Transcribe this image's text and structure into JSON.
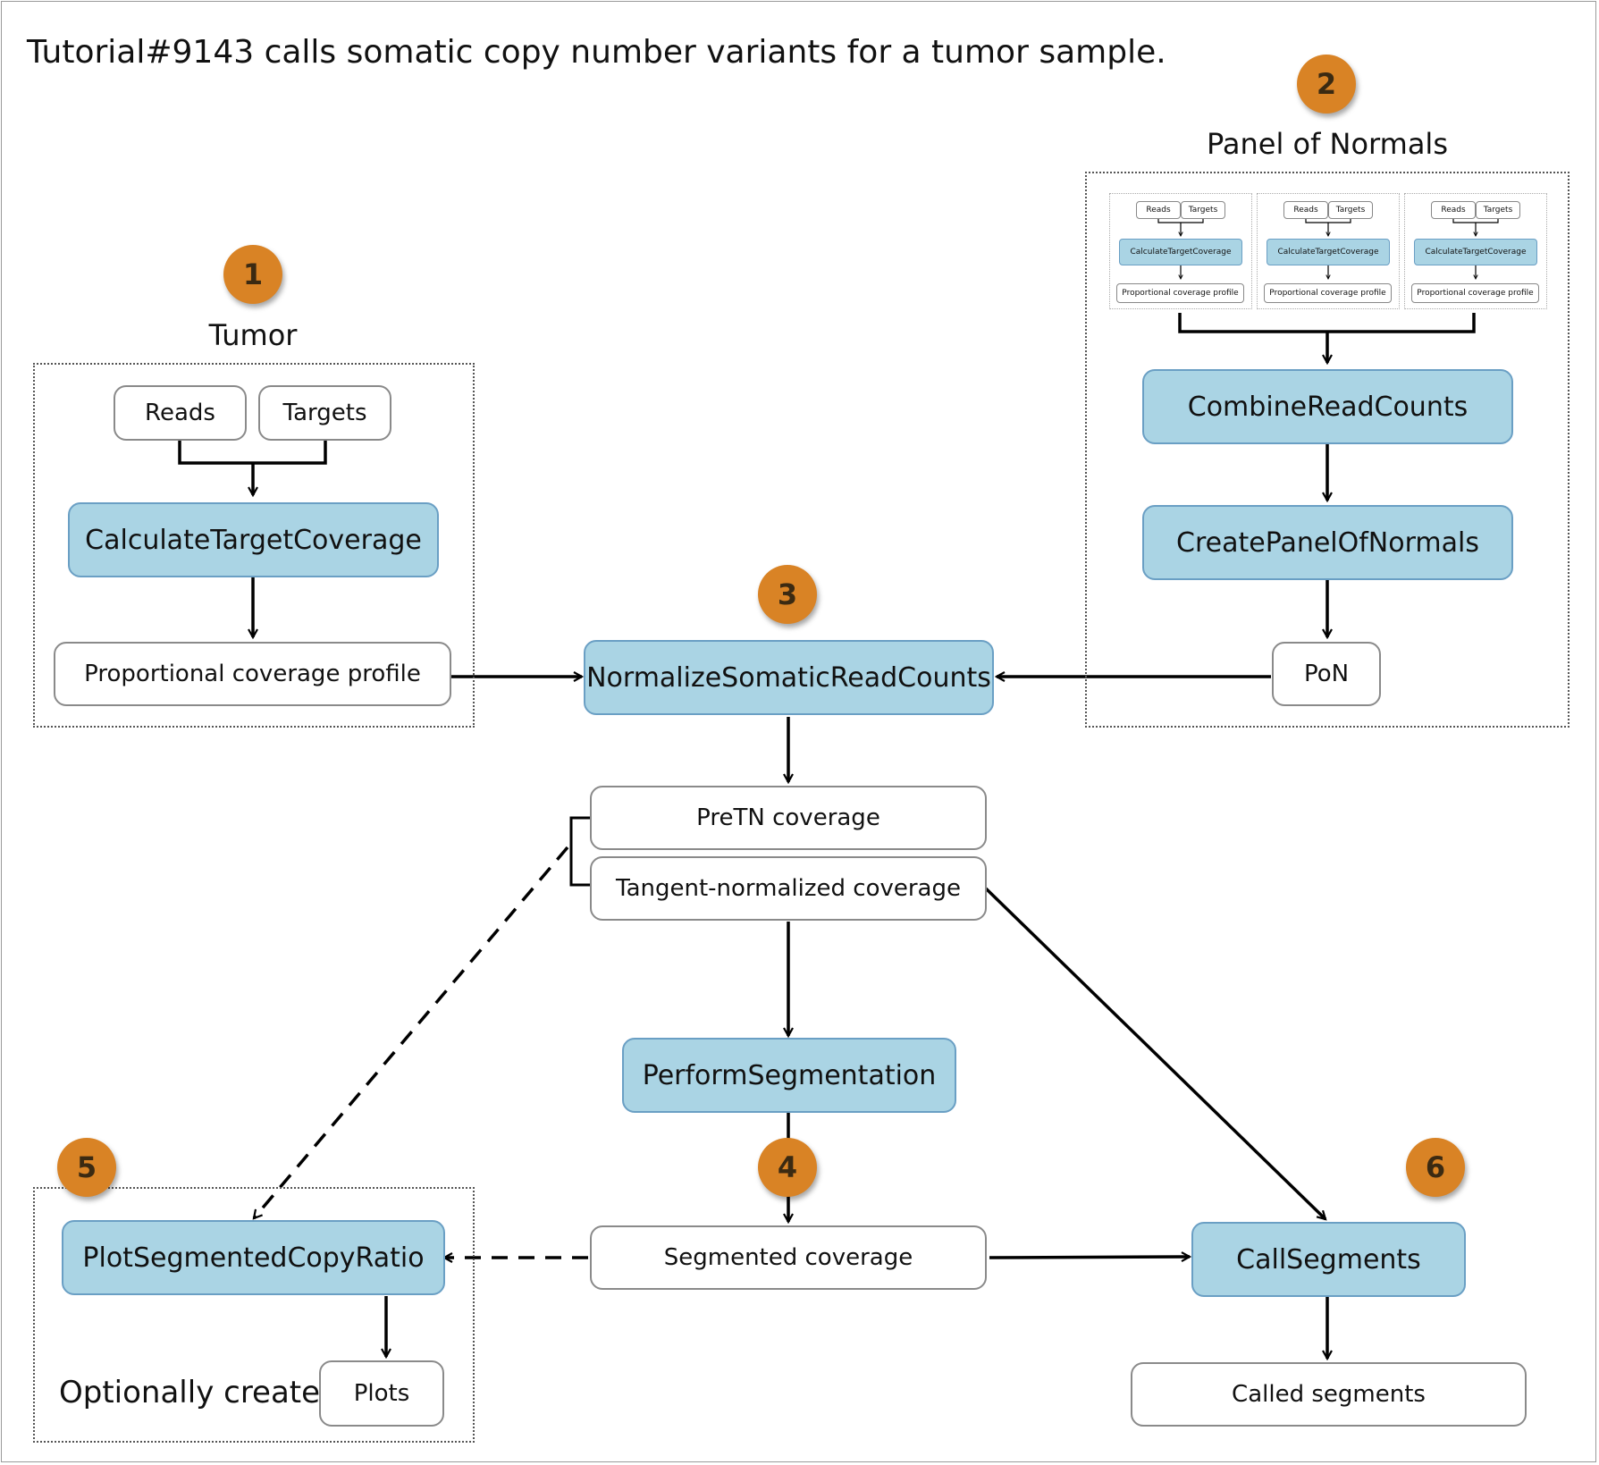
{
  "title": "Tutorial#9143 calls somatic copy number variants for a tumor sample.",
  "colors": {
    "tool_fill": "#aad4e4",
    "tool_border": "#6a9fc4",
    "badge": "#d98325"
  },
  "tumor": {
    "heading": "Tumor",
    "badge": "1",
    "reads": "Reads",
    "targets": "Targets",
    "calculate": "CalculateTargetCoverage",
    "profile": "Proportional coverage profile"
  },
  "pon": {
    "heading": "Panel of Normals",
    "badge": "2",
    "mini": {
      "reads": "Reads",
      "targets": "Targets",
      "calculate": "CalculateTargetCoverage",
      "profile": "Proportional coverage profile"
    },
    "combine": "CombineReadCounts",
    "create": "CreatePanelOfNormals",
    "output": "PoN"
  },
  "normalize": {
    "badge": "3",
    "tool": "NormalizeSomaticReadCounts",
    "pretn": "PreTN coverage",
    "tangent": "Tangent-normalized coverage"
  },
  "segment": {
    "badge": "4",
    "tool": "PerformSegmentation",
    "output": "Segmented coverage"
  },
  "plot": {
    "badge": "5",
    "tool": "PlotSegmentedCopyRatio",
    "label": "Optionally create",
    "output": "Plots"
  },
  "call": {
    "badge": "6",
    "tool": "CallSegments",
    "output": "Called segments"
  }
}
